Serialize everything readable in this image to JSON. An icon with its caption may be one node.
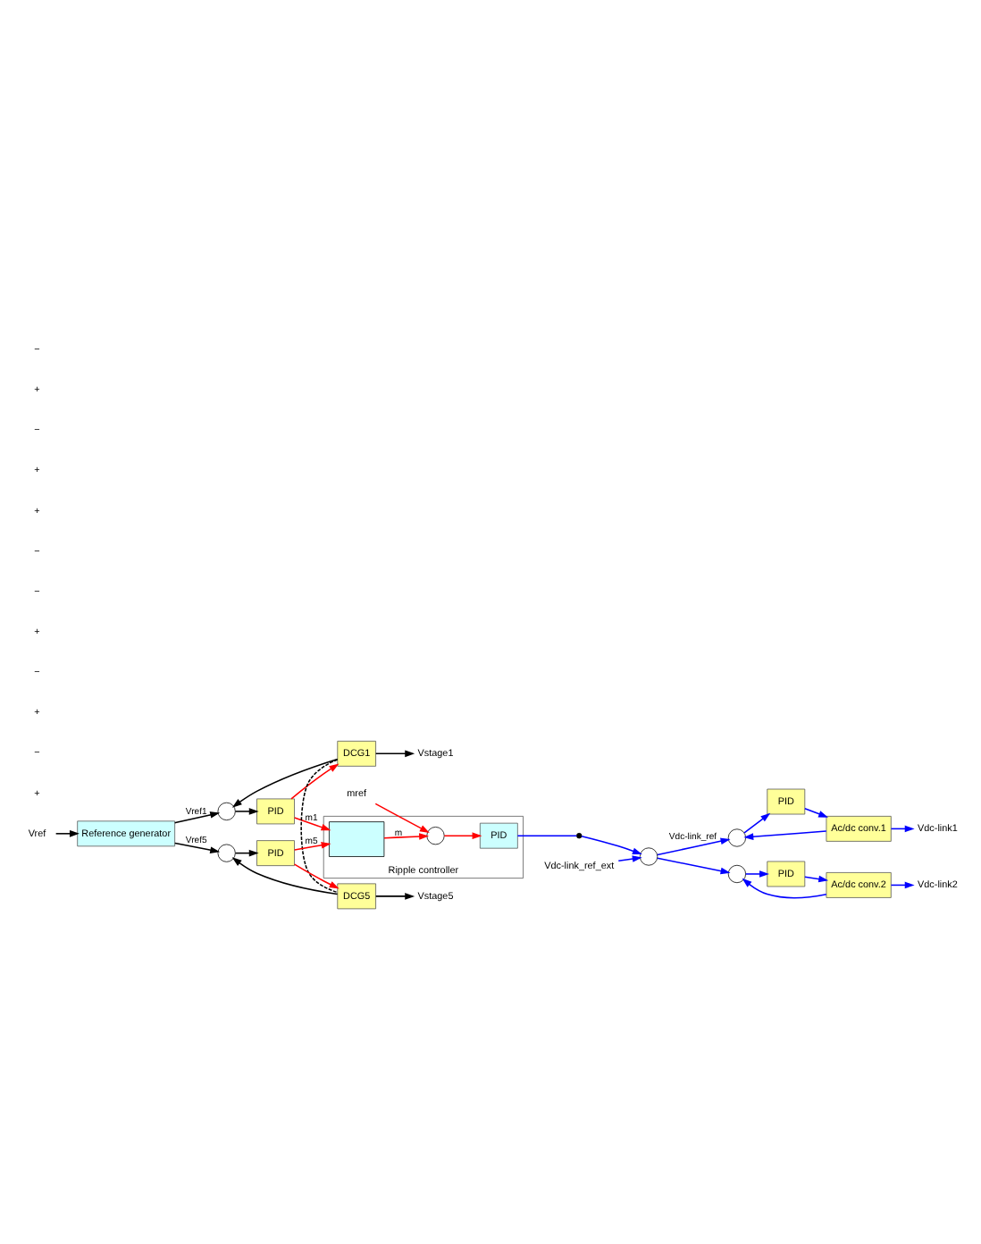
{
  "diagram": {
    "nodes": [
      {
        "text": [
          "Vref"
        ]
      },
      {
        "text": [
          "Reference generator"
        ]
      },
      {
        "text": [
          "Ripple controller"
        ]
      },
      {
        "text": [
          "PID"
        ],
        "in": 2
      },
      {
        "text": [],
        "shape": "circle",
        "in": 2
      },
      {
        "text": [],
        "shape": "box",
        "in": 2
      },
      {
        "text": [
          "mref"
        ]
      },
      {
        "text": [],
        "shape": "circle"
      },
      {
        "text": [
          "PID"
        ]
      },
      {
        "text": [
          "DCG1"
        ]
      },
      {
        "text": [
          "Vstage1"
        ]
      },
      {
        "text": [],
        "shape": "circle"
      },
      {
        "text": [
          "PID"
        ]
      },
      {
        "text": [
          "DCG5"
        ]
      },
      {
        "text": [
          "Vstage5"
        ]
      },
      {
        "text": [],
        "shape": "switch"
      },
      {
        "text": [],
        "shape": "circle"
      },
      {
        "text": [
          "Vdc-link_ref_ext"
        ]
      },
      {
        "text": [],
        "shape": "circle"
      },
      {
        "text": [
          "PID"
        ]
      },
      {
        "text": [
          "Ac/dc conv.1"
        ]
      },
      {
        "text": [
          "Vdc-link1"
        ]
      },
      {
        "text": [],
        "shape": "circle"
      },
      {
        "text": [
          "PID"
        ]
      },
      {
        "text": [
          "Ac/dc conv.2"
        ]
      },
      {
        "text": [
          "Vdc-link2"
        ]
      }
    ],
    "edges": [
      {
        "from": 0,
        "to": 1,
        "arrow": "to",
        "color": "#000000"
      },
      {
        "from": 1,
        "to": 7,
        "arrow": "to",
        "label": "Vref1",
        "color": "#000000"
      },
      {
        "from": 7,
        "to": 8,
        "arrow": "to",
        "color": "#000000"
      },
      {
        "from": 8,
        "to": 9,
        "arrow": "to",
        "color": "#ff0000"
      },
      {
        "from": 9,
        "to": 10,
        "arrow": "to",
        "color": "#000000"
      },
      {
        "from": 9,
        "to": 7,
        "arrow": "to",
        "color": "#000000"
      },
      {
        "from": 9,
        "to": 13,
        "arrow": "none",
        "style": "dashed",
        "color": "#000000"
      },
      {
        "from": 6,
        "to": 4,
        "arrow": "to",
        "color": "#ff0000"
      },
      {
        "from": 5,
        "to": 4,
        "arrow": "to",
        "label": "m",
        "color": "#ff0000"
      },
      {
        "from": 4,
        "to": 3,
        "arrow": "to",
        "color": "#ff0000"
      },
      {
        "from": 8,
        "to": 5,
        "arrow": "to",
        "label": "m1",
        "color": "#ff0000"
      },
      {
        "from": 12,
        "to": 5,
        "arrow": "to",
        "label": "m5",
        "color": "#ff0000"
      },
      {
        "from": 1,
        "to": 11,
        "arrow": "to",
        "label": "Vref5",
        "color": "#000000"
      },
      {
        "from": 11,
        "to": 12,
        "arrow": "to",
        "color": "#000000"
      },
      {
        "from": 12,
        "to": 13,
        "arrow": "to",
        "color": "#ff0000"
      },
      {
        "from": 13,
        "to": 14,
        "arrow": "to",
        "color": "#000000"
      },
      {
        "from": 13,
        "to": 11,
        "arrow": "to",
        "color": "#000000"
      },
      {
        "from": 3,
        "to": 15,
        "arrow": "none"
      },
      {
        "from": 15,
        "to": 16,
        "arrow": "to"
      },
      {
        "from": 17,
        "to": 16,
        "arrow": "to"
      },
      {
        "from": 16,
        "to": 18,
        "arrow": "to",
        "label": "Vdc-link_ref"
      },
      {
        "from": 16,
        "to": 22,
        "arrow": "to"
      },
      {
        "from": 18,
        "to": 19,
        "arrow": "to"
      },
      {
        "from": 19,
        "to": 20,
        "arrow": "to"
      },
      {
        "from": 20,
        "to": 21,
        "arrow": "to"
      },
      {
        "from": 20,
        "to": 18,
        "arrow": "to"
      },
      {
        "from": 22,
        "to": 23,
        "arrow": "to"
      },
      {
        "from": 23,
        "to": 24,
        "arrow": "to"
      },
      {
        "from": 24,
        "to": 25,
        "arrow": "to"
      },
      {
        "from": 24,
        "to": 22,
        "arrow": "to"
      }
    ],
    "labels": [
      "+",
      "−",
      "+",
      "−",
      "+",
      "−",
      "−",
      "+",
      "+",
      "−",
      "+",
      "−"
    ]
  }
}
